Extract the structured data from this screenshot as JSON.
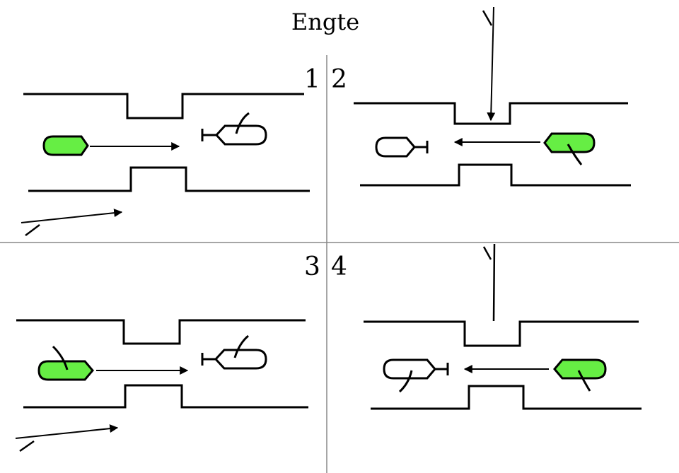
{
  "title": "Engte",
  "panels": [
    {
      "label": "1"
    },
    {
      "label": "2"
    },
    {
      "label": "3"
    },
    {
      "label": "4"
    }
  ],
  "colors": {
    "stroke": "#000000",
    "highlight": "#66ee44",
    "divider": "#888888",
    "background": "#ffffff"
  }
}
